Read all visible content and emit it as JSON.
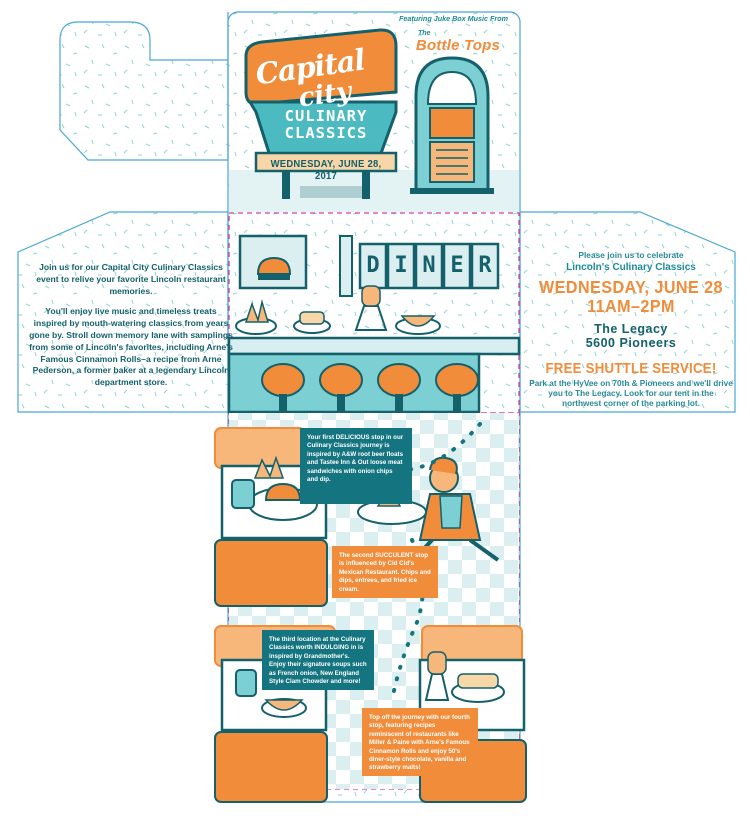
{
  "header": {
    "featuring": "Featuring Juke Box Music From",
    "band_the": "The",
    "band": "Bottle Tops"
  },
  "logo": {
    "line1": "Capital",
    "line2": "city",
    "line3": "CULINARY",
    "line4": "CLASSICS",
    "date": "WEDNESDAY, JUNE 28, 2017"
  },
  "diner_sign": [
    "D",
    "I",
    "N",
    "E",
    "R"
  ],
  "left_panel": {
    "para1": "Join us for our Capital City Culinary Classics event to relive your favorite Lincoln restaurant memories.",
    "para2": "You'll enjoy live music and timeless treats inspired by mouth-watering classics from years gone by. Stroll down memory lane with samplings from some of Lincoln's favorites, including Arne's Famous Cinnamon Rolls–a recipe from Arne Pederson, a former baker at a legendary Lincoln department store."
  },
  "right_panel": {
    "intro": "Please join us to celebrate",
    "lincoln": "Lincoln's Culinary Classics",
    "date": "WEDNESDAY, JUNE 28",
    "time": "11AM–2PM",
    "venue1": "The Legacy",
    "venue2": "5600 Pioneers",
    "shuttle_title": "FREE SHUTTLE SERVICE!",
    "shuttle_body": "Park at the HyVee on 70th & Pioneers and we'll drive you to The Legacy. Look for our tent in the northwest corner of the parking lot."
  },
  "stops": {
    "stop1": "Your first DELICIOUS stop in our Culinary Classics journey is inspired by A&W root beer floats and Tastee Inn & Out loose meat sandwiches with onion chips and dip.",
    "stop2": "The second SUCCULENT stop is influenced by Cid Cid's Mexican Restaurant. Chips and dips, entrees, and fried ice cream.",
    "stop3": "The third location at the Culinary Classics worth INDULGING in is inspired by Grandmother's. Enjoy their signature soups such as French onion, New England Style Clam Chowder and more!",
    "stop4": "Top off the journey with our fourth stop, featuring recipes reminiscent of restaurants like Miller & Paine with Arne's Famous Cinnamon Rolls and enjoy 50's diner-style chocolate, vanilla and strawberry malts!"
  },
  "colors": {
    "teal": "#14747f",
    "light_teal": "#7ccfd3",
    "orange": "#f08c3a",
    "light_orange": "#f7b77a",
    "navy_text": "#14606b",
    "magenta_guide": "#d13aa8",
    "outline_blue": "#4aa7d6"
  }
}
